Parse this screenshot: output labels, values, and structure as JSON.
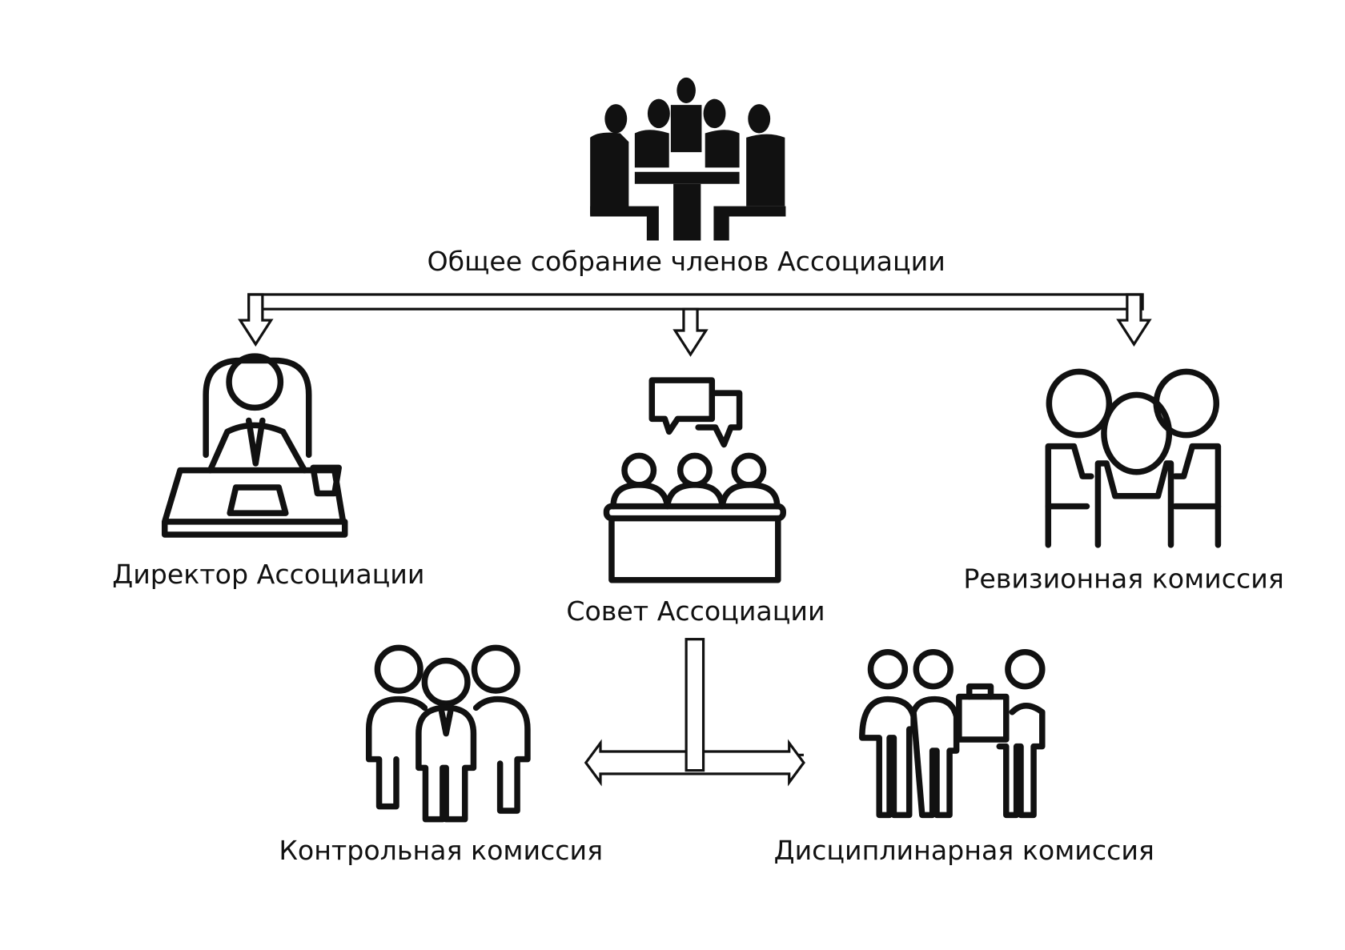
{
  "nodes": {
    "general_meeting": "Общее собрание членов Ассоциации",
    "director": "Директор Ассоциации",
    "council": "Совет Ассоциации",
    "audit_commission": "Ревизионная комиссия",
    "control_commission": "Контрольная комиссия",
    "disciplinary_commission": "Дисциплинарная комиссия"
  }
}
